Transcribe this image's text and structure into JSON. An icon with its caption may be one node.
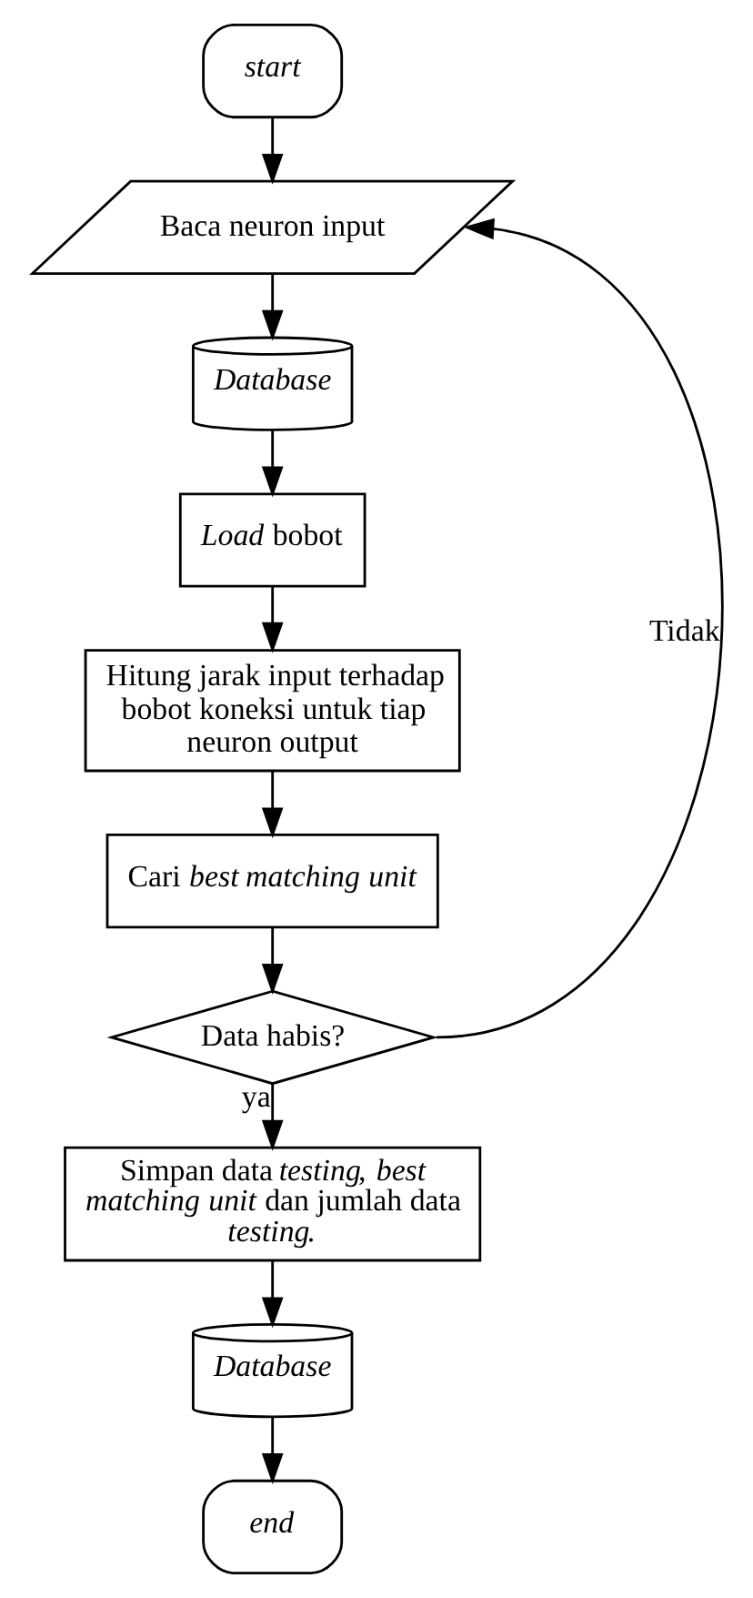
{
  "diagram": {
    "nodes": [
      {
        "text": [
          "start"
        ]
      },
      {
        "text": [
          "Baca neuron input"
        ]
      },
      {
        "text": [
          "Database"
        ]
      },
      {
        "text": [
          "*Load* bobot"
        ]
      },
      {
        "text": [
          "Hitung jarak input terhadap bobot koneksi untuk tiap neuron output"
        ]
      },
      {
        "text": [
          "Cari *best matching unit*"
        ]
      },
      {
        "text": [
          "Data habis?"
        ]
      },
      {
        "text": [
          "Simpan data *testing*, *best matching unit* dan jumlah data *testing*."
        ]
      },
      {
        "text": [
          "Database"
        ]
      },
      {
        "text": [
          "end"
        ]
      }
    ],
    "edges": [
      {
        "from": 0,
        "to": 1,
        "arrow": "to"
      },
      {
        "from": 1,
        "to": 2,
        "arrow": "to"
      },
      {
        "from": 2,
        "to": 3,
        "arrow": "to"
      },
      {
        "from": 3,
        "to": 4,
        "arrow": "to"
      },
      {
        "from": 4,
        "to": 5,
        "arrow": "to"
      },
      {
        "from": 5,
        "to": 6,
        "arrow": "to"
      },
      {
        "from": 6,
        "to": 1,
        "arrow": "to",
        "label": "Tidak"
      },
      {
        "from": 6,
        "to": 7,
        "arrow": "to",
        "label": "ya"
      },
      {
        "from": 7,
        "to": 8,
        "arrow": "to"
      },
      {
        "from": 8,
        "to": 9,
        "arrow": "to"
      }
    ]
  }
}
